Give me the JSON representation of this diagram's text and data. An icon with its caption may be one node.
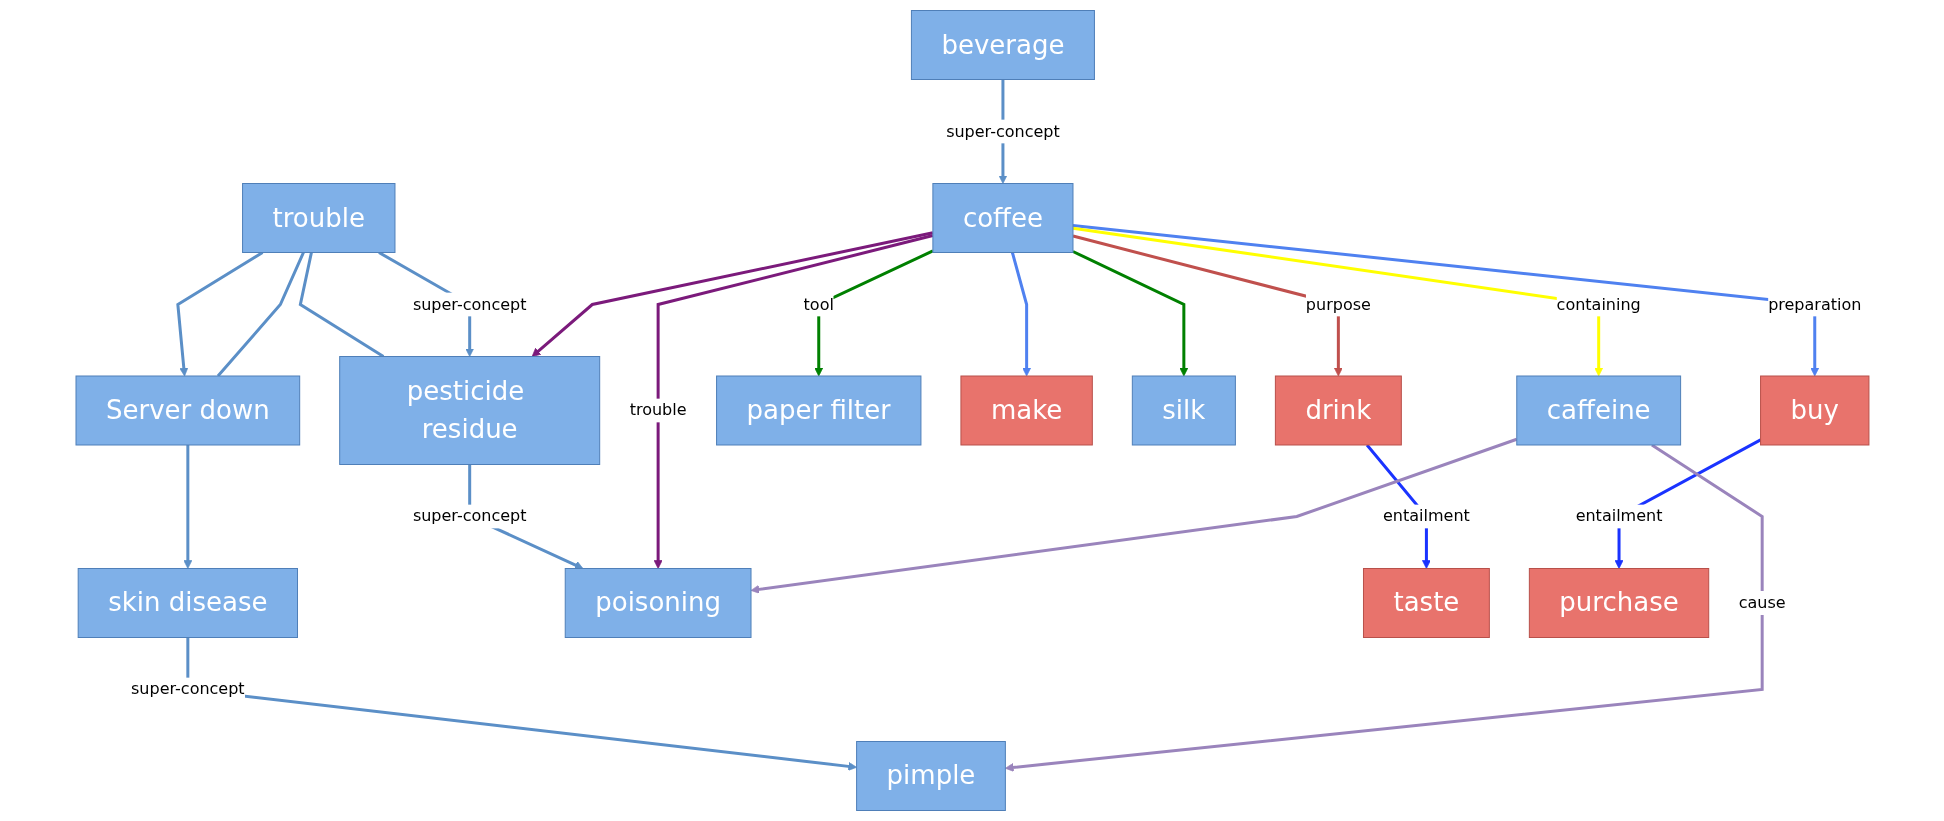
{
  "diagram": {
    "nodes": [
      {
        "text": [
          "trouble"
        ]
      },
      {
        "text": [
          "Server down"
        ]
      },
      {
        "text": [
          "beverage"
        ]
      },
      {
        "text": [
          "drink"
        ]
      },
      {
        "text": [
          "taste"
        ]
      },
      {
        "text": [
          "pesticide residue"
        ]
      },
      {
        "text": [
          "buy"
        ]
      },
      {
        "text": [
          "purchase"
        ]
      },
      {
        "text": [
          "coffee"
        ]
      },
      {
        "text": [
          "skin disease"
        ]
      },
      {
        "text": [
          "poisoning"
        ]
      },
      {
        "text": [
          "pimple"
        ]
      },
      {
        "text": [
          "make"
        ]
      },
      {
        "text": [
          "caffeine"
        ]
      },
      {
        "text": [
          "paper filter"
        ]
      },
      {
        "text": [
          "silk"
        ]
      }
    ],
    "edges": [
      {
        "from": 0,
        "to": 1,
        "arrow": "to"
      },
      {
        "from": 0,
        "to": 1,
        "arrow": "none"
      },
      {
        "from": 0,
        "to": 5,
        "arrow": "none"
      },
      {
        "from": 0,
        "to": 5,
        "arrow": "to",
        "label": "super-concept"
      },
      {
        "from": 2,
        "to": 8,
        "arrow": "to",
        "label": "super-concept"
      },
      {
        "from": 1,
        "to": 9,
        "arrow": "to"
      },
      {
        "from": 5,
        "to": 10,
        "arrow": "to",
        "label": "super-concept"
      },
      {
        "from": 9,
        "to": 11,
        "arrow": "to",
        "label": "super-concept"
      },
      {
        "from": 8,
        "to": 3,
        "arrow": "to",
        "label": "purpose",
        "color": "#c0504d"
      },
      {
        "from": 3,
        "to": 4,
        "arrow": "to",
        "label": "entailment",
        "color": "#1a33ff"
      },
      {
        "from": 8,
        "to": 6,
        "arrow": "to",
        "label": "preparation",
        "color": "#4f81f0"
      },
      {
        "from": 6,
        "to": 7,
        "arrow": "to",
        "label": "entailment",
        "color": "#1a33ff"
      },
      {
        "from": 8,
        "to": 5,
        "arrow": "to",
        "color": "#7b1a7b"
      },
      {
        "from": 8,
        "to": 10,
        "arrow": "to",
        "label": "trouble",
        "color": "#7b1a7b"
      },
      {
        "from": 8,
        "to": 13,
        "arrow": "to",
        "label": "containing",
        "color": "#ffff00"
      },
      {
        "from": 8,
        "to": 14,
        "arrow": "to",
        "label": "tool",
        "color": "#008000"
      },
      {
        "from": 8,
        "to": 12,
        "arrow": "to",
        "color": "#4f81f0"
      },
      {
        "from": 8,
        "to": 15,
        "arrow": "to",
        "color": "#008000"
      },
      {
        "from": 13,
        "to": 10,
        "arrow": "to",
        "color": "#9a84bc"
      },
      {
        "from": 13,
        "to": 11,
        "arrow": "to",
        "label": "cause",
        "color": "#9a84bc"
      }
    ]
  }
}
